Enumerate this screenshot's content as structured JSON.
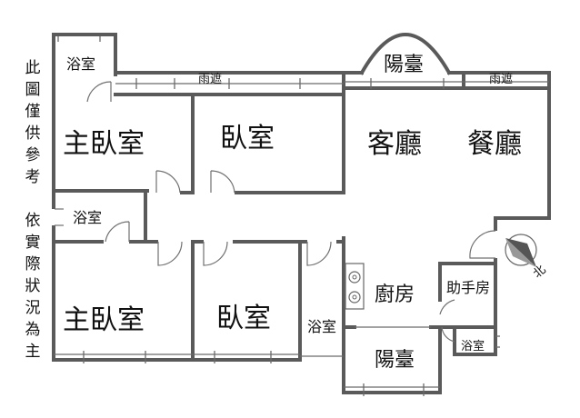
{
  "floorplan": {
    "disclaimer": [
      "此",
      "圖",
      "僅",
      "供",
      "參",
      "考",
      "依",
      "實",
      "際",
      "狀",
      "況",
      "為",
      "主"
    ],
    "rooms": {
      "master_bedroom_top": "主臥室",
      "bedroom_top": "臥室",
      "living_room": "客廳",
      "dining_room": "餐廳",
      "master_bedroom_bottom": "主臥室",
      "bedroom_bottom": "臥室",
      "kitchen": "廚房",
      "maid_room": "助手房",
      "bathroom_top": "浴室",
      "bathroom_middle": "浴室",
      "bathroom_lower": "浴室",
      "bathroom_small": "浴室",
      "balcony_top": "陽臺",
      "balcony_bottom": "陽臺",
      "canopy_left": "雨遮",
      "canopy_right": "雨遮"
    },
    "compass": {
      "north_label": "北"
    }
  }
}
